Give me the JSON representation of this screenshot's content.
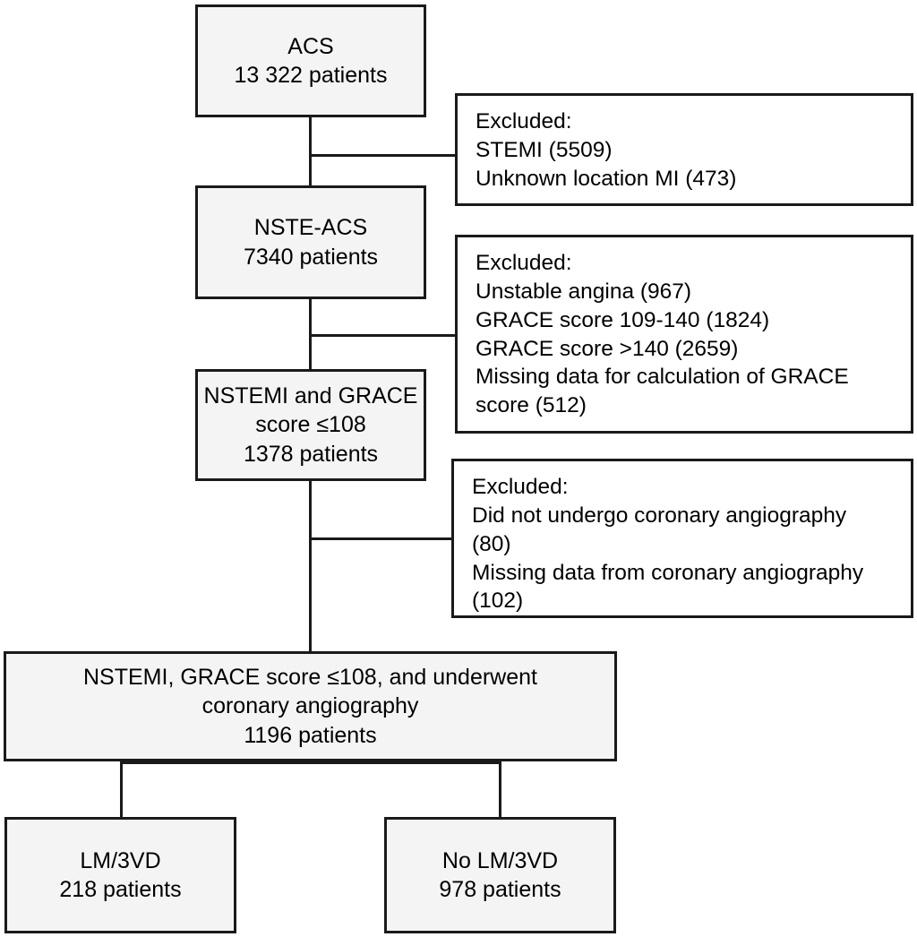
{
  "diagram": {
    "type": "patient-flow-diagram",
    "colors": {
      "border": "#1a1a1a",
      "primary_fill": "#f4f4f4",
      "exclusion_fill": "#ffffff",
      "text": "#000000",
      "background": "#ffffff"
    },
    "nodes": {
      "acs": {
        "id": "acs",
        "kind": "primary",
        "lines": [
          "ACS",
          "13 322 patients"
        ],
        "label": "ACS",
        "count": "13 322 patients"
      },
      "nste_acs": {
        "id": "nste-acs",
        "kind": "primary",
        "lines": [
          "NSTE-ACS",
          "7340 patients"
        ],
        "label": "NSTE-ACS",
        "count": "7340 patients"
      },
      "nstemi_grace": {
        "id": "nstemi-grace",
        "kind": "primary",
        "lines": [
          "NSTEMI and GRACE",
          "score ≤108",
          "1378 patients"
        ],
        "label": "NSTEMI and GRACE score ≤108",
        "count": "1378 patients"
      },
      "underwent_angiography": {
        "id": "underwent-angiography",
        "kind": "primary",
        "lines": [
          "NSTEMI, GRACE score ≤108, and underwent",
          "coronary angiography",
          "1196 patients"
        ],
        "label": "NSTEMI, GRACE score ≤108, and underwent coronary angiography",
        "count": "1196 patients"
      },
      "lm_3vd": {
        "id": "lm-3vd",
        "kind": "primary",
        "lines": [
          "LM/3VD",
          "218 patients"
        ],
        "label": "LM/3VD",
        "count": "218 patients"
      },
      "no_lm_3vd": {
        "id": "no-lm-3vd",
        "kind": "primary",
        "lines": [
          "No LM/3VD",
          "978 patients"
        ],
        "label": "No LM/3VD",
        "count": "978 patients"
      },
      "exclusion_1": {
        "id": "exclusion-1",
        "kind": "exclusion",
        "heading": "Excluded:",
        "lines": [
          "Excluded:",
          "STEMI (5509)",
          "Unknown location MI (473)"
        ],
        "items": [
          {
            "reason": "STEMI",
            "n": 5509,
            "text": "STEMI (5509)"
          },
          {
            "reason": "Unknown location MI",
            "n": 473,
            "text": "Unknown location MI (473)"
          }
        ]
      },
      "exclusion_2": {
        "id": "exclusion-2",
        "kind": "exclusion",
        "heading": "Excluded:",
        "lines": [
          "Excluded:",
          "Unstable angina (967)",
          "GRACE score 109-140 (1824)",
          "GRACE score >140 (2659)",
          "Missing data for calculation of GRACE",
          "score (512)"
        ],
        "items": [
          {
            "reason": "Unstable angina",
            "n": 967,
            "text": "Unstable angina (967)"
          },
          {
            "reason": "GRACE score 109-140",
            "n": 1824,
            "text": "GRACE score 109-140 (1824)"
          },
          {
            "reason": "GRACE score >140",
            "n": 2659,
            "text": "GRACE score >140 (2659)"
          },
          {
            "reason": "Missing data for calculation of GRACE score",
            "n": 512,
            "text": "Missing data for calculation of GRACE score (512)"
          }
        ]
      },
      "exclusion_3": {
        "id": "exclusion-3",
        "kind": "exclusion",
        "heading": "Excluded:",
        "lines": [
          "Excluded:",
          "Did not undergo coronary angiography",
          "(80)",
          "Missing data from coronary angiography",
          "(102)"
        ],
        "items": [
          {
            "reason": "Did not undergo coronary angiography",
            "n": 80,
            "text": "Did not undergo coronary angiography (80)"
          },
          {
            "reason": "Missing data from coronary angiography",
            "n": 102,
            "text": "Missing data from coronary angiography (102)"
          }
        ]
      }
    }
  }
}
